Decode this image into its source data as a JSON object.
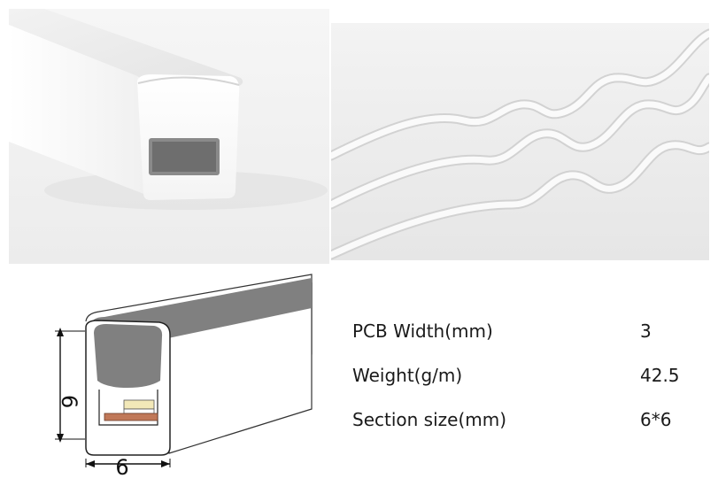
{
  "diagram": {
    "height_label": "6",
    "width_label": "6"
  },
  "specs": [
    {
      "label": "PCB Width(mm)",
      "value": "3"
    },
    {
      "label": "Weight(g/m)",
      "value": "42.5"
    },
    {
      "label": "Section size(mm)",
      "value": "6*6"
    }
  ],
  "colors": {
    "profile_white": "#f4f4f4",
    "profile_shadow": "#dcdcdc",
    "diffuser_grey": "#808080",
    "led_copper": "#c07858",
    "led_chip": "#f2e8b8"
  }
}
